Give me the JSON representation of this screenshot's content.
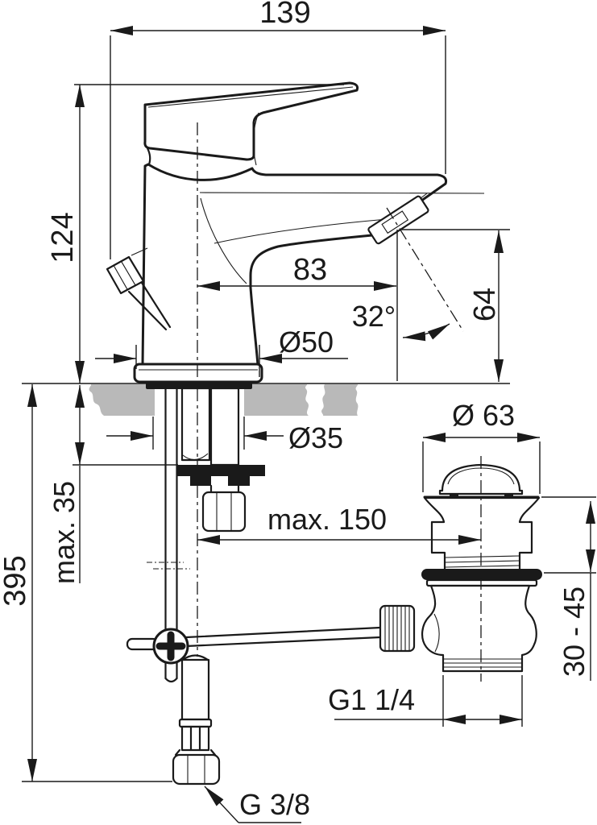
{
  "drawing": {
    "type": "technical-dimension-drawing",
    "subject": "single-lever basin mixer tap with pop-up waste, side elevation",
    "colors": {
      "line": "#1a1a1a",
      "background": "#ffffff",
      "countertop": "#b9b9b9"
    },
    "labels": {
      "overall_width": "139",
      "body_height": "124",
      "spout_reach": "83",
      "spout_angle": "32°",
      "outlet_height": "64",
      "base_diameter": "Ø50",
      "deck_hole_diameter": "Ø35",
      "deck_thickness": "max. 35",
      "total_depth": "395",
      "drain_distance": "max. 150",
      "drain_cap_diameter": "Ø 63",
      "drain_height_range": "30 - 45",
      "drain_thread": "G1 1/4",
      "supply_thread": "G 3/8"
    }
  }
}
